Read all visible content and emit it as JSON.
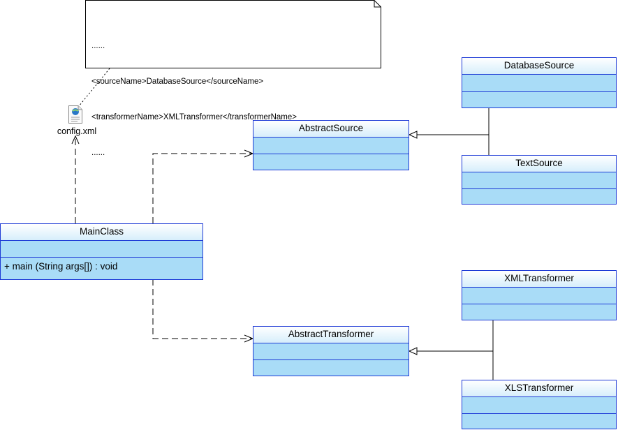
{
  "note": {
    "lines": [
      "......",
      "<sourceName>DatabaseSource</sourceName>",
      "<transformerName>XMLTransformer</transformerName>",
      "......"
    ]
  },
  "config_file": {
    "label": "config.xml",
    "icon": "xml-file-icon"
  },
  "classes": {
    "main_class": {
      "name": "MainClass",
      "operation": "+ main (String args[])  : void"
    },
    "abstract_source": {
      "name": "AbstractSource"
    },
    "database_source": {
      "name": "DatabaseSource"
    },
    "text_source": {
      "name": "TextSource"
    },
    "abstract_transformer": {
      "name": "AbstractTransformer"
    },
    "xml_transformer": {
      "name": "XMLTransformer"
    },
    "xls_transformer": {
      "name": "XLSTransformer"
    }
  },
  "colors": {
    "class_border": "#1d3ad6",
    "class_fill": "#a9dcf7",
    "header_gradient_end": "#d6eefb",
    "line_color": "#000000"
  }
}
